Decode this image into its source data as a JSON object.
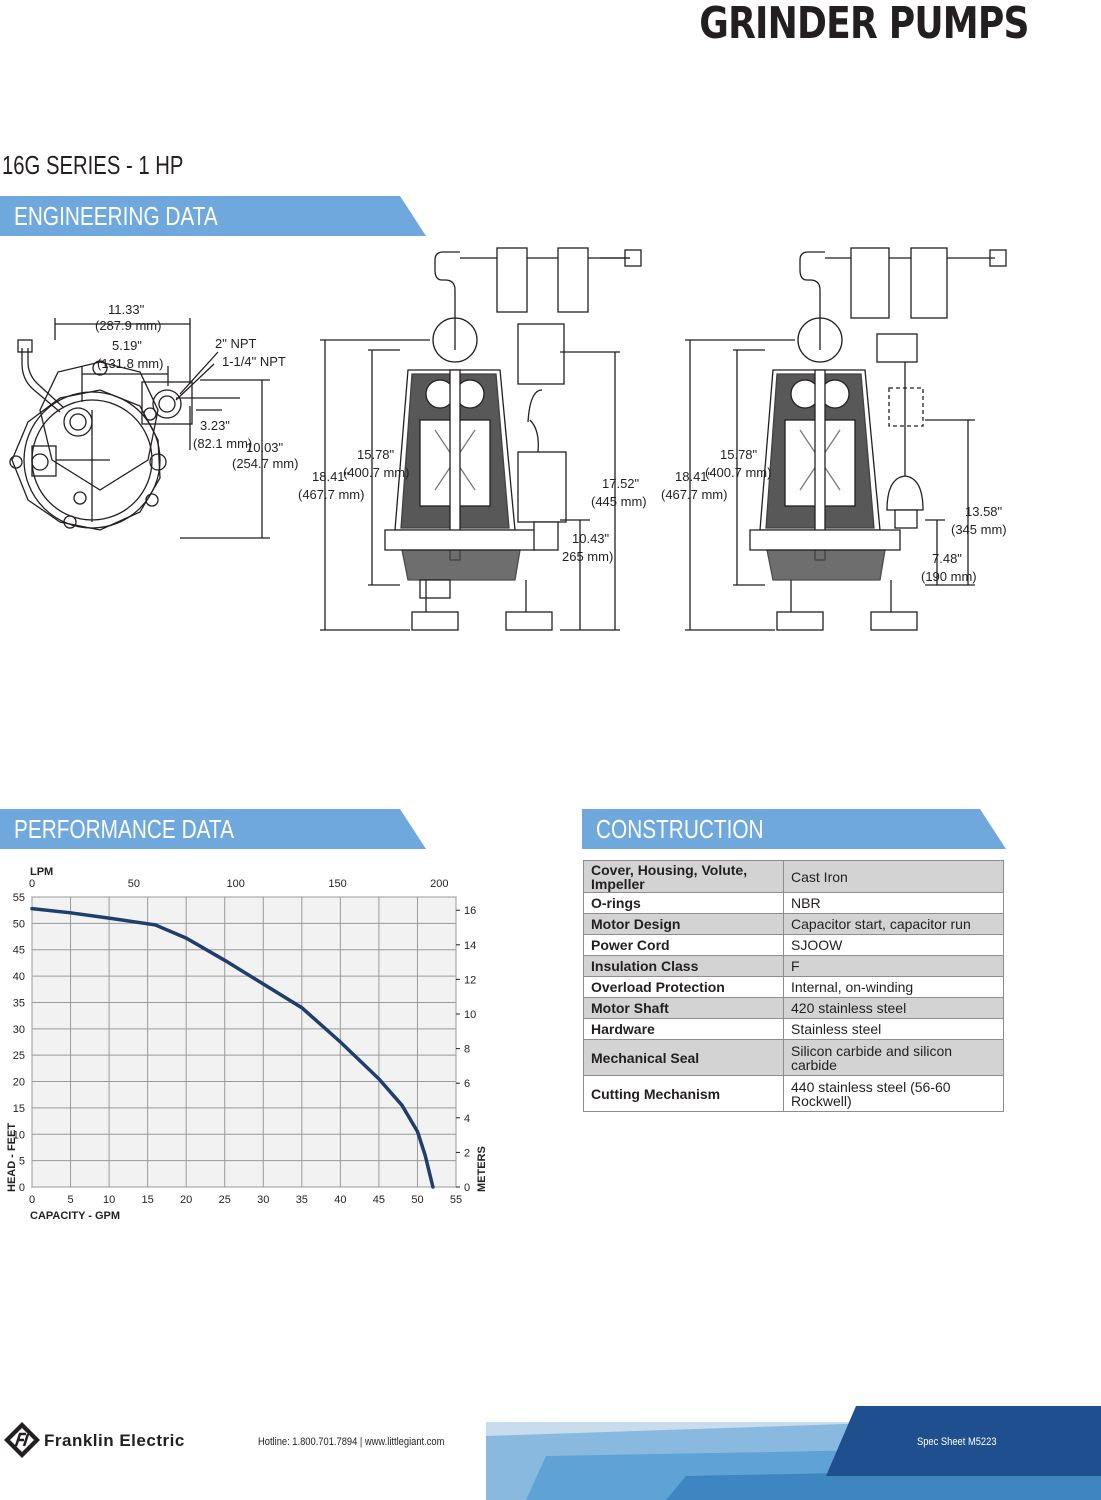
{
  "header": {
    "title": "GRINDER PUMPS",
    "series": "16G SERIES - 1 HP"
  },
  "sections": {
    "engineering": "ENGINEERING DATA",
    "performance": "PERFORMANCE DATA",
    "construction": "CONSTRUCTION"
  },
  "colors": {
    "banner": "#6fa8dc",
    "curve": "#1f3e6b",
    "grid": "#9a9a9a",
    "shade": "#d3d3d3",
    "footer_dark": "#1f4f8f",
    "footer_light": "#5fa3d6"
  },
  "engineering": {
    "top_view": {
      "overall_width": "11.33\"",
      "overall_width_mm": "(287.9 mm)",
      "inner_width": "5.19\"",
      "inner_width_mm": "(131.8 mm)",
      "npt_2": "2\" NPT",
      "npt_114": "1-1/4\" NPT",
      "offset": "3.23\"",
      "offset_mm": "(82.1 mm)",
      "depth": "10.03\"",
      "depth_mm": "(254.7 mm)"
    },
    "side_view_1": {
      "body_height": "15.78\"",
      "body_height_mm": "(400.7 mm)",
      "overall_height": "18.41\"",
      "overall_height_mm": "(467.7 mm)",
      "switch_height": "17.52\"",
      "switch_height_mm": "(445 mm)",
      "switch_low": "10.43\"",
      "switch_low_mm": "265 mm)"
    },
    "side_view_2": {
      "body_height": "15.78\"",
      "body_height_mm": "(400.7 mm)",
      "overall_height": "18.41\"",
      "overall_height_mm": "(467.7 mm)",
      "float_high": "13.58\"",
      "float_high_mm": "(345 mm)",
      "float_low": "7.48\"",
      "float_low_mm": "(190 mm)"
    }
  },
  "chart_data": {
    "type": "line",
    "xlabel": "CAPACITY - GPM",
    "ylabel": "HEAD - FEET",
    "x2label": "LPM",
    "y2label": "METERS",
    "xlim": [
      0,
      55
    ],
    "ylim": [
      0,
      55
    ],
    "x_ticks": [
      0,
      5,
      10,
      15,
      20,
      25,
      30,
      35,
      40,
      45,
      50,
      55
    ],
    "y_ticks": [
      0,
      5,
      10,
      15,
      20,
      25,
      30,
      35,
      40,
      45,
      50,
      55
    ],
    "x2_ticks": [
      0,
      50,
      100,
      150,
      200
    ],
    "y2_ticks": [
      0,
      2,
      4,
      6,
      8,
      10,
      12,
      14,
      16
    ],
    "grid": true,
    "series": [
      {
        "x": [
          0,
          5,
          10,
          16,
          20,
          25,
          30,
          35,
          40,
          45,
          48,
          50,
          51,
          52
        ],
        "y": [
          52.8,
          52,
          51,
          49.7,
          47.2,
          43,
          38.5,
          34,
          27.5,
          20.5,
          15.5,
          10.5,
          6,
          0
        ]
      }
    ]
  },
  "construction": {
    "rows": [
      {
        "k": "Cover, Housing, Volute, Impeller",
        "v": "Cast Iron"
      },
      {
        "k": "O-rings",
        "v": "NBR"
      },
      {
        "k": "Motor Design",
        "v": "Capacitor start, capacitor run"
      },
      {
        "k": "Power Cord",
        "v": "SJOOW"
      },
      {
        "k": "Insulation Class",
        "v": "F"
      },
      {
        "k": "Overload Protection",
        "v": "Internal, on-winding"
      },
      {
        "k": "Motor Shaft",
        "v": "420 stainless steel"
      },
      {
        "k": "Hardware",
        "v": "Stainless steel"
      },
      {
        "k": "Mechanical Seal",
        "v": "Silicon carbide and silicon carbide"
      },
      {
        "k": "Cutting Mechanism",
        "v": "440 stainless steel (56-60 Rockwell)"
      }
    ]
  },
  "footer": {
    "brand": "Franklin Electric",
    "contact": "Hotline: 1.800.701.7894  |  www.littlegiant.com",
    "sheet": "Spec Sheet M5223"
  }
}
